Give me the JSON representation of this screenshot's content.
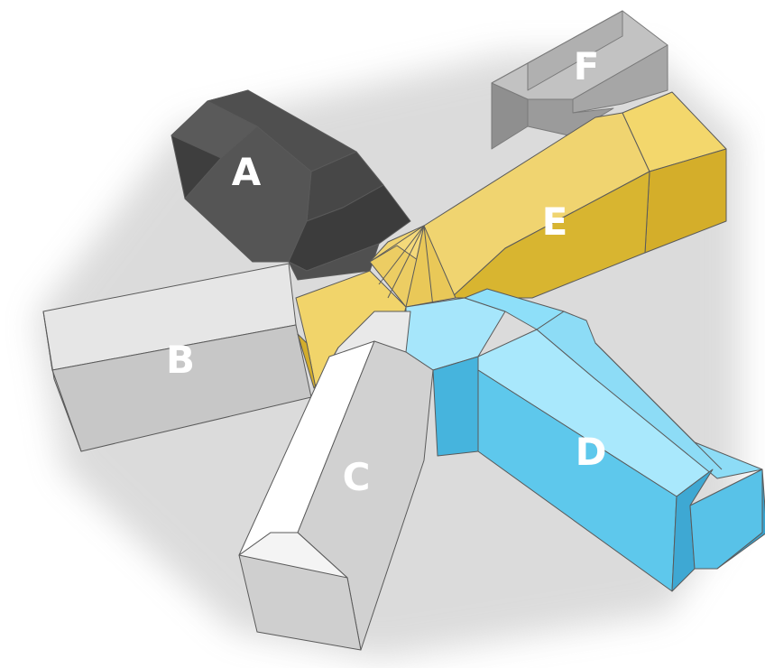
{
  "labels": {
    "a": "A",
    "b": "B",
    "c": "C",
    "d": "D",
    "e": "E",
    "f": "F"
  },
  "colors": {
    "background": "#ffffff",
    "wing_a": "#4a4a4a",
    "wing_b": "#c9c9c9",
    "wing_c": "#d4d4d4",
    "wing_d": "#7fd6f2",
    "wing_e": "#f0cf5e",
    "wing_f": "#a8a8a8"
  }
}
